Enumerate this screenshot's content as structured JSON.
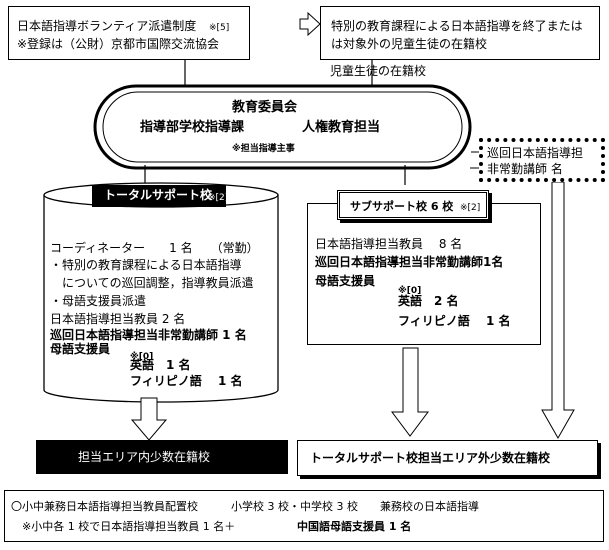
{
  "volunteer": {
    "line1": "日本語指導ボランティア派遣制度",
    "line1_note": "※[5]",
    "line2": "※登録は（公財）京都市国際交流協会"
  },
  "returnees": {
    "lines": [
      "特別の教育課程による日本語指導を終了または",
      "は対象外の児童生徒の在籍校",
      "児童生徒の在籍校"
    ]
  },
  "board": {
    "title": "教育委員会",
    "dept_left": "指導部学校指導課",
    "dept_right": "人権教育担当",
    "note": "※担当指導主事"
  },
  "itinerant": {
    "lines": [
      "巡回日本語指導担",
      "非常勤講師 名"
    ]
  },
  "total_support": {
    "label": "トータルサポート校",
    "label_note": "※[2]",
    "lines": [
      "コーディネーター　　1 名　　（常勤）",
      "・特別の教育課程による日本語指導",
      "　についての巡回調整，指導教員派遣",
      "・母語支援員派遣",
      "日本語指導担当教員 2 名",
      "巡回日本語指導担当非常勤講師 1 名",
      "母語支援員"
    ],
    "lang_note": "※[0]",
    "languages": [
      "英語　1 名",
      "フィリピノ語　 1 名"
    ]
  },
  "sub_support": {
    "label": "サブサポート校 6 校",
    "label_note": "※[2]",
    "lines": [
      "日本語指導担当教員　 8 名",
      "巡回日本語指導担当非常勤講師1名",
      "母語支援員"
    ],
    "lang_note": "※[0]",
    "languages": [
      "英語　2 名",
      "フィリピノ語　 1 名"
    ]
  },
  "area_inner": {
    "label": "担当エリア内少数在籍校"
  },
  "area_outer": {
    "label": "トータルサポート校担当エリア外少数在籍校"
  },
  "footer": {
    "line1": "〇小中兼務日本語指導担当教員配置校　　　小学校 3 校・中学校 3 校　　兼務校の日本語指導",
    "line2_prefix": "　※小中各 1 校で日本語指導担当教員 1 名＋",
    "line2_bold": "中国語母語支援員 1 名"
  }
}
